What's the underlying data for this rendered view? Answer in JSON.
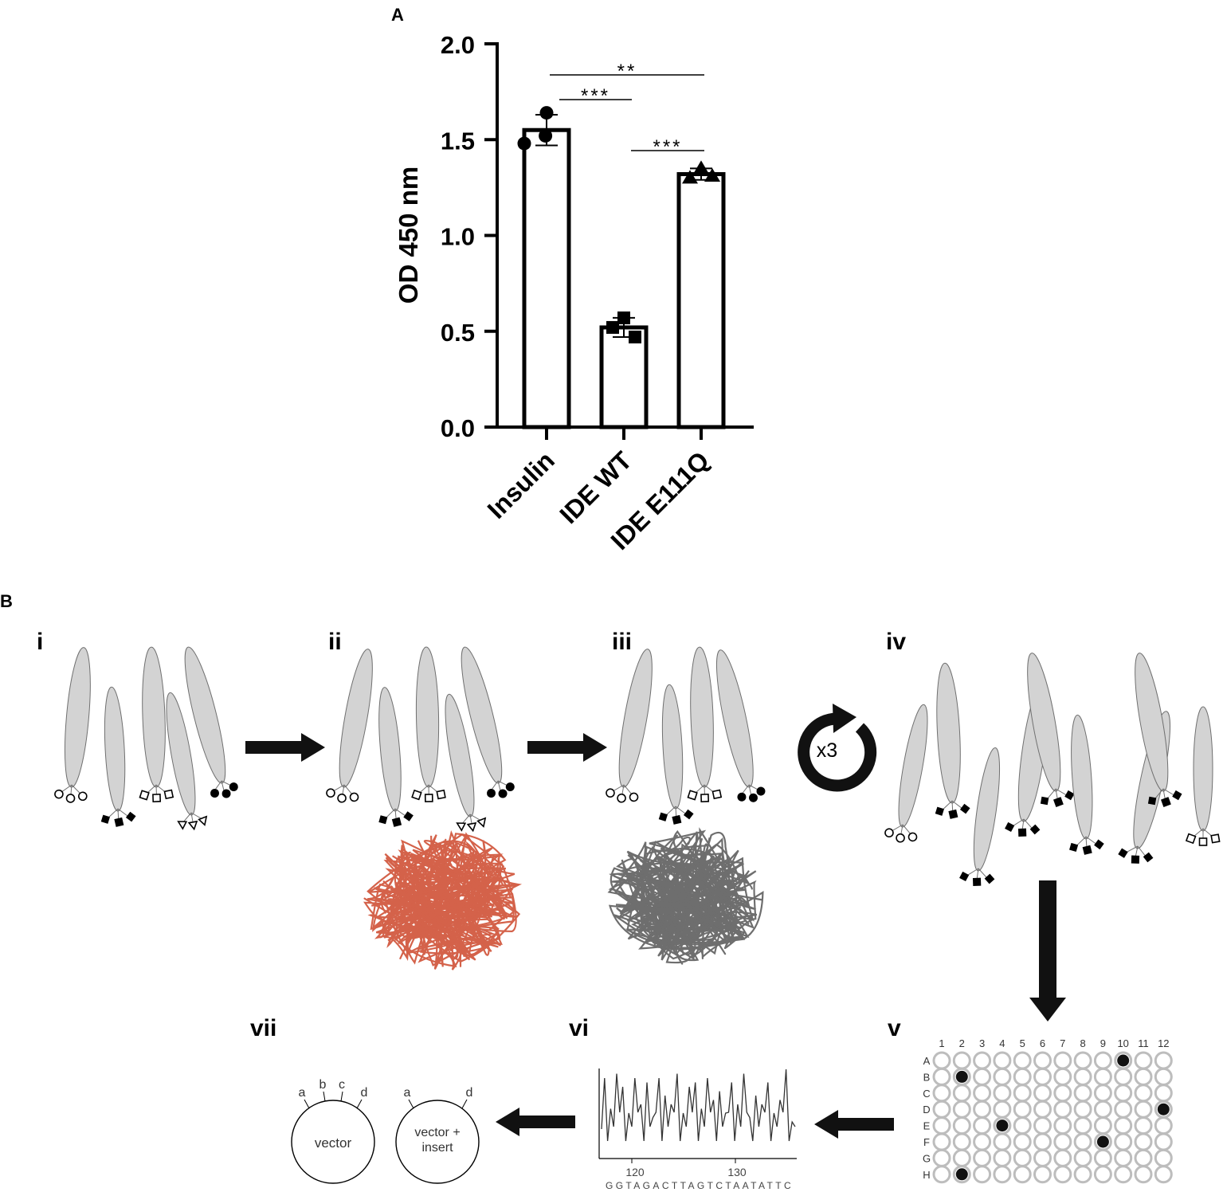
{
  "panel_a": {
    "label": "A",
    "chart_data": {
      "type": "bar",
      "categories": [
        "Insulin",
        "IDE WT",
        "IDE E111Q"
      ],
      "values": [
        1.55,
        0.52,
        1.32
      ],
      "errors": [
        0.08,
        0.05,
        0.03
      ],
      "points": [
        [
          1.64,
          1.52,
          1.48
        ],
        [
          0.57,
          0.47,
          0.52
        ],
        [
          1.35,
          1.31,
          1.3
        ]
      ],
      "marker_shapes": [
        "circle",
        "square",
        "triangle"
      ],
      "ylabel": "OD 450 nm",
      "ylim": [
        0,
        2.0
      ],
      "yticks": [
        "0.0",
        "0.5",
        "1.0",
        "1.5",
        "2.0"
      ],
      "significance": [
        {
          "from": 0,
          "to": 2,
          "label": "**"
        },
        {
          "from": 0,
          "to": 1,
          "label": "***"
        },
        {
          "from": 1,
          "to": 2,
          "label": "***"
        }
      ]
    }
  },
  "panel_b": {
    "label": "B",
    "steps": [
      "i",
      "ii",
      "iii",
      "iv",
      "v",
      "vi",
      "vii"
    ],
    "cycle_label": "x3",
    "plate": {
      "columns": [
        "1",
        "2",
        "3",
        "4",
        "5",
        "6",
        "7",
        "8",
        "9",
        "10",
        "11",
        "12"
      ],
      "rows": [
        "A",
        "B",
        "C",
        "D",
        "E",
        "F",
        "G",
        "H"
      ],
      "hits": [
        [
          "A",
          10
        ],
        [
          "B",
          2
        ],
        [
          "D",
          12
        ],
        [
          "E",
          4
        ],
        [
          "F",
          9
        ],
        [
          "H",
          2
        ]
      ]
    },
    "chromatogram": {
      "tick_labels": [
        "120",
        "130"
      ],
      "sequence": "GGTAGACTTAGTCTAATATTC"
    },
    "plasmid_1": {
      "label": "vector",
      "sites": [
        "a",
        "b",
        "c",
        "d"
      ]
    },
    "plasmid_2": {
      "label_line1": "vector +",
      "label_line2": "insert",
      "sites": [
        "a",
        "d"
      ]
    },
    "colors": {
      "ribbon_active": "#d4624a",
      "ribbon_inactive": "#6e6e6e",
      "antibody": "#d3d3d3"
    }
  }
}
